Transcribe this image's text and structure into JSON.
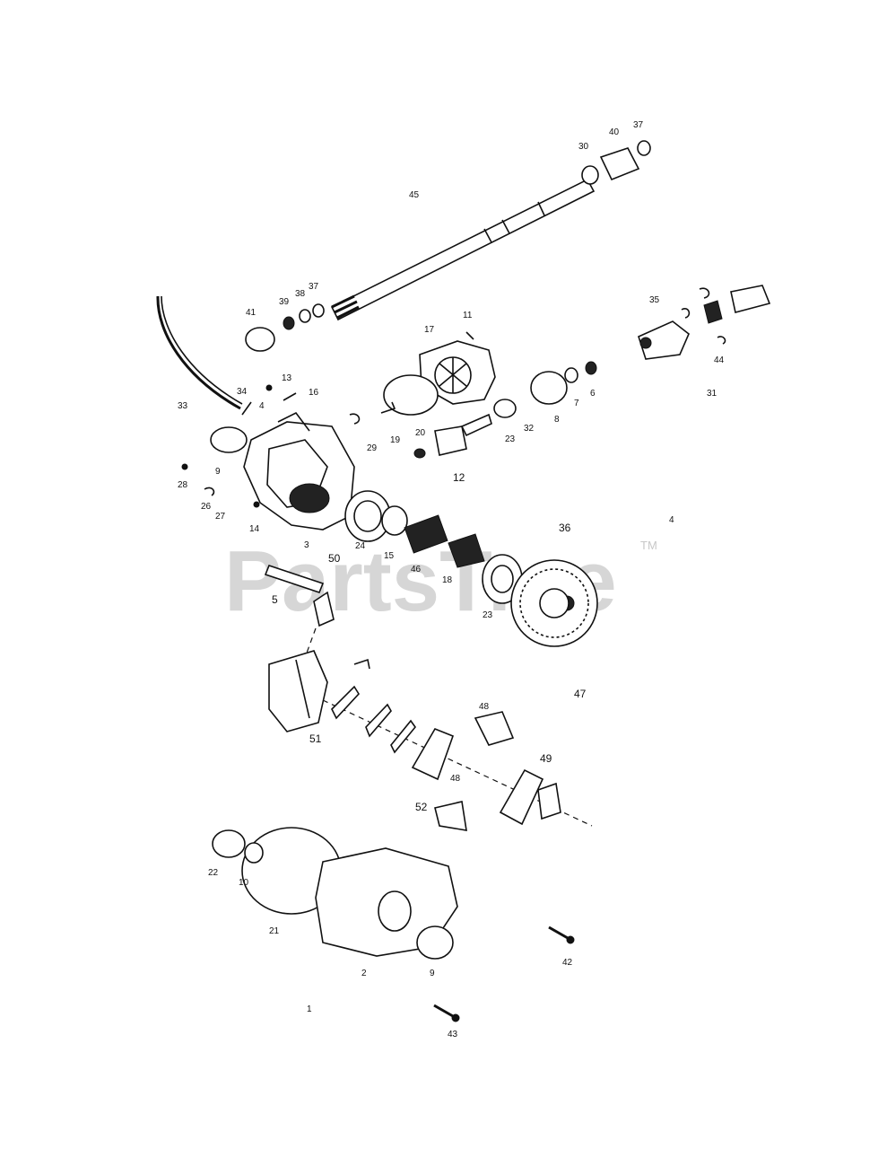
{
  "watermark": {
    "text": "PartsTree",
    "tm": "TM"
  },
  "labels": {
    "p1": "1",
    "p2": "2",
    "p3": "3",
    "p4a": "4",
    "p4b": "4",
    "p5": "5",
    "p6": "6",
    "p7": "7",
    "p8": "8",
    "p9a": "9",
    "p9b": "9",
    "p10": "10",
    "p11": "11",
    "p12": "12",
    "p13": "13",
    "p14": "14",
    "p15": "15",
    "p16": "16",
    "p17": "17",
    "p18": "18",
    "p19": "19",
    "p20": "20",
    "p21": "21",
    "p22": "22",
    "p23a": "23",
    "p23b": "23",
    "p24": "24",
    "p26": "26",
    "p27": "27",
    "p28": "28",
    "p29": "29",
    "p30": "30",
    "p31": "31",
    "p32": "32",
    "p33": "33",
    "p34": "34",
    "p35": "35",
    "p36": "36",
    "p37a": "37",
    "p37b": "37",
    "p38": "38",
    "p39": "39",
    "p40": "40",
    "p41": "41",
    "p42": "42",
    "p43": "43",
    "p44": "44",
    "p45": "45",
    "p46": "46",
    "p47": "47",
    "p48a": "48",
    "p48b": "48",
    "p49": "49",
    "p50": "50",
    "p51": "51",
    "p52": "52"
  }
}
